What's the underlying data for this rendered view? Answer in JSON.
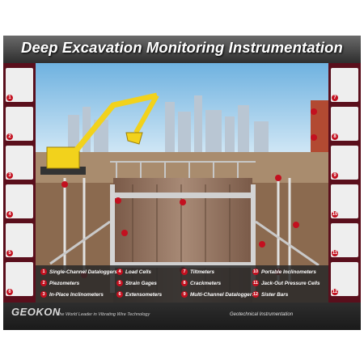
{
  "title": "Deep Excavation Monitoring Instrumentation",
  "legend": [
    {
      "num": "1",
      "label": "Single-Channel Dataloggers"
    },
    {
      "num": "2",
      "label": "Piezometers"
    },
    {
      "num": "3",
      "label": "In-Place Inclinometers"
    },
    {
      "num": "4",
      "label": "Load Cells"
    },
    {
      "num": "5",
      "label": "Strain Gages"
    },
    {
      "num": "6",
      "label": "Extensometers"
    },
    {
      "num": "7",
      "label": "Tiltmeters"
    },
    {
      "num": "8",
      "label": "Crackmeters"
    },
    {
      "num": "9",
      "label": "Multi-Channel Dataloggers"
    },
    {
      "num": "10",
      "label": "Portable Inclinometers"
    },
    {
      "num": "11",
      "label": "Jack-Out Pressure Cells"
    },
    {
      "num": "12",
      "label": "Sister Bars"
    }
  ],
  "footer": {
    "logo": "GEOKON",
    "tagline": "The World Leader in Vibrating Wire Technology",
    "right": "Geotechnical Instrumentation"
  },
  "left_thumbs": [
    "1",
    "2",
    "3",
    "4",
    "5",
    "6"
  ],
  "right_thumbs": [
    "7",
    "8",
    "9",
    "10",
    "11",
    "12"
  ],
  "colors": {
    "badge": "#c3101f",
    "frame": "#3a3a3a",
    "side_column": "#5a0f1c",
    "sky": "#8fc3e6",
    "soil": "#8b6a4f",
    "excavator": "#f2d21c"
  }
}
